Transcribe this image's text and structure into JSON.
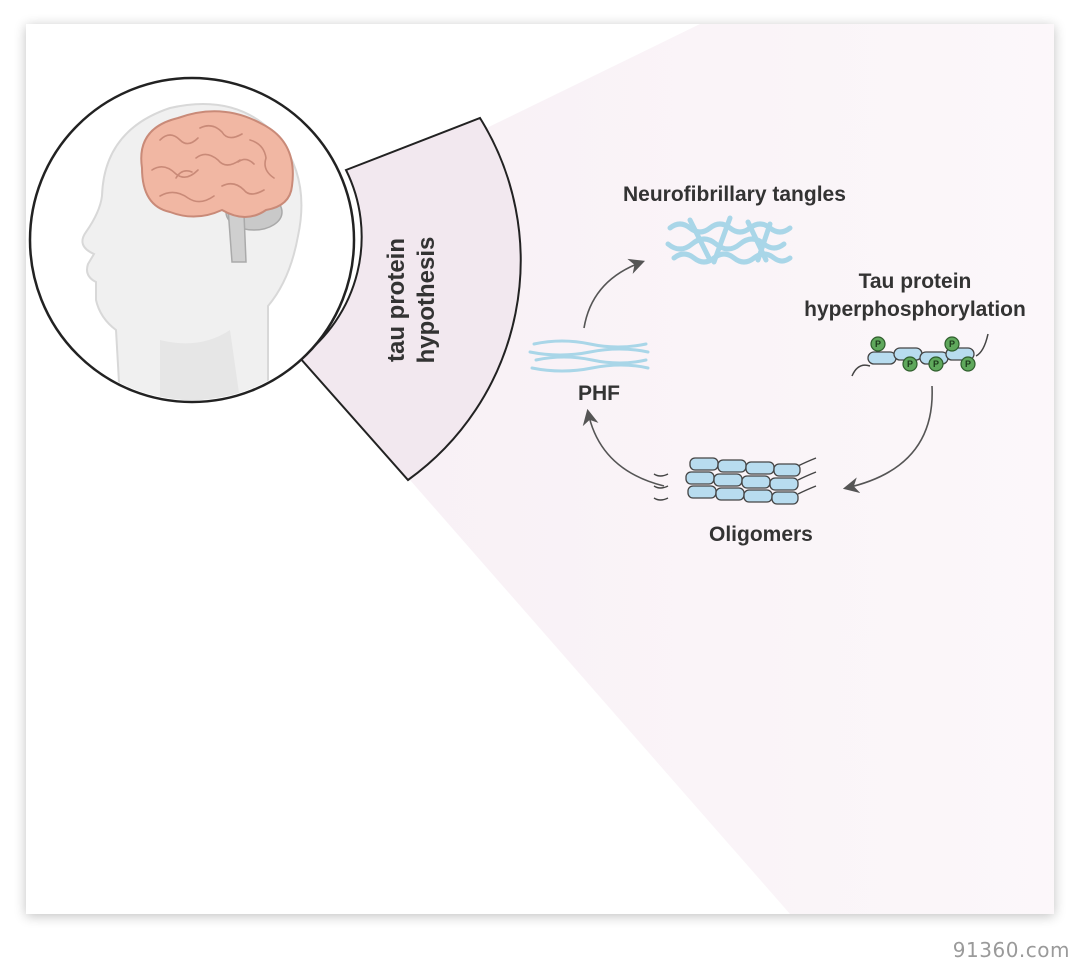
{
  "diagram": {
    "sector_label_line1": "tau protein",
    "sector_label_line2": "hypothesis",
    "nodes": {
      "tangles": "Neurofibrillary tangles",
      "hyper_line1": "Tau protein",
      "hyper_line2": "hyperphosphorylation",
      "oligomers": "Oligomers",
      "phf": "PHF"
    },
    "phospho_symbol": "P",
    "cycle_order": [
      "Tau protein hyperphosphorylation",
      "Oligomers",
      "PHF",
      "Neurofibrillary tangles"
    ]
  },
  "watermark": "91360.com",
  "colors": {
    "panel": "#ffffff",
    "sector_fill": "#f2e8ef",
    "brain": "#f1b7a3",
    "tangle_blue": "#a9d6e8",
    "bead_blue": "#b8dcef",
    "phospho_green": "#5fa85c",
    "arrow": "#555555"
  }
}
